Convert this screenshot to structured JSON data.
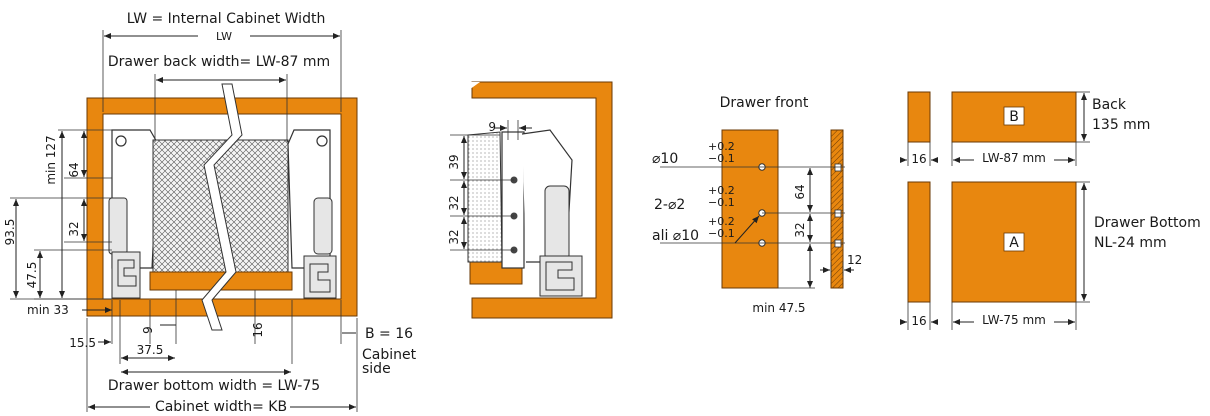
{
  "colors": {
    "wood": "#e8870f",
    "label_box": "#ffffff",
    "line": "#222222"
  },
  "view1": {
    "internal_width": "LW = Internal Cabinet Width",
    "lw": "LW",
    "back_width": "Drawer back width= LW-87 mm",
    "min127": "min 127",
    "d64": "64",
    "d32": "32",
    "d93_5": "93.5",
    "d47_5": "47.5",
    "min33": "min 33",
    "d15_5": "15.5",
    "d9": "9",
    "d37_5": "37.5",
    "d16": "16",
    "b16": "B = 16",
    "cabinet": "Cabinet",
    "side": "side",
    "bottom_width": "Drawer bottom width = LW-75",
    "cabinet_width": "Cabinet width= KB"
  },
  "view2": {
    "d9": "9",
    "d39": "39",
    "d32a": "32",
    "d32b": "32"
  },
  "view3": {
    "title": "Drawer front",
    "dia10": "⌀10",
    "dia2": "2-⌀2",
    "ali_dia10": "ali  ⌀10",
    "tol_plus": "+0.2",
    "tol_minus": "−0.1",
    "d64": "64",
    "d32": "32",
    "d12": "12",
    "min47_5": "min 47.5"
  },
  "view4": {
    "label_b": "B",
    "label_a": "A",
    "back": "Back",
    "back_h": "135 mm",
    "d16a": "16",
    "lw87": "LW-87 mm",
    "bottom": "Drawer Bottom",
    "nl24": "NL-24 mm",
    "d16b": "16",
    "lw75": "LW-75 mm"
  }
}
